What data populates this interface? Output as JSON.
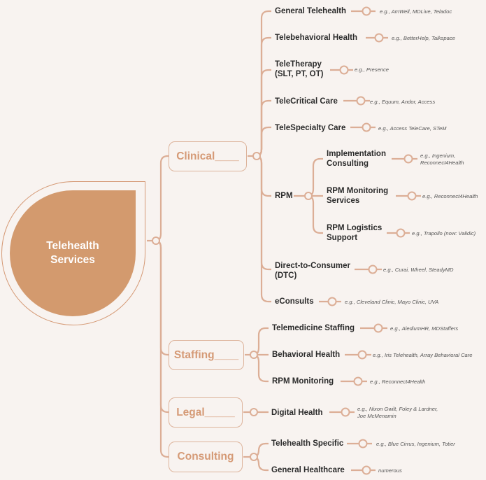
{
  "root": {
    "title": "Telehealth Services"
  },
  "categories": [
    {
      "label": "Clinical____",
      "items": [
        {
          "label": "General Telehealth",
          "example": "e.g., AmWell, MDLive, Teladoc"
        },
        {
          "label": "Telebehavioral Health",
          "example": "e.g., BetterHelp, Talkspace"
        },
        {
          "label": "TeleTherapy\n(SLT, PT, OT)",
          "example": "e.g., Presence"
        },
        {
          "label": "TeleCritical Care",
          "example": "e.g., Equum, Andor, Access"
        },
        {
          "label": "TeleSpecialty Care",
          "example": "e.g., Access TeleCare, STeM"
        },
        {
          "label": "RPM",
          "children": [
            {
              "label": "Implementation\nConsulting",
              "example": "e.g., Ingenium,\nReconnect4Health"
            },
            {
              "label": "RPM Monitoring\nServices",
              "example": "e.g., Reconnect4Health"
            },
            {
              "label": "RPM Logistics\nSupport",
              "example": "e.g., Trapollo (now: Validic)"
            }
          ]
        },
        {
          "label": "Direct-to-Consumer\n(DTC)",
          "example": "e.g., Curai, Wheel, SteadyMD"
        },
        {
          "label": "eConsults",
          "example": "e.g., Cleveland Clinic, Mayo Clinic,  UVA"
        }
      ]
    },
    {
      "label": "Staffing____",
      "items": [
        {
          "label": "Telemedicine Staffing",
          "example": "e.g., AlediumHR, MDStaffers"
        },
        {
          "label": "Behavioral Health",
          "example": "e.g., Iris Telehealth, Array Behavioral Care"
        },
        {
          "label": "RPM Monitoring",
          "example": "e.g., Reconnect4Health"
        }
      ]
    },
    {
      "label": "Legal_____",
      "items": [
        {
          "label": "Digital Health",
          "example": "e.g., Nixon Gwilt, Foley & Lardner,\nJoe McMenamin"
        }
      ]
    },
    {
      "label": "Consulting",
      "items": [
        {
          "label": "Telehealth Specific",
          "example": "e.g., Blue Cirrus, Ingenium, Totier"
        },
        {
          "label": "General Healthcare",
          "example": "numerous"
        }
      ]
    }
  ],
  "colors": {
    "line": "#dcae96",
    "accent": "#d59a76",
    "root_fill": "#d39a6e",
    "background": "#f8f3f0",
    "text": "#2b2b2b"
  }
}
